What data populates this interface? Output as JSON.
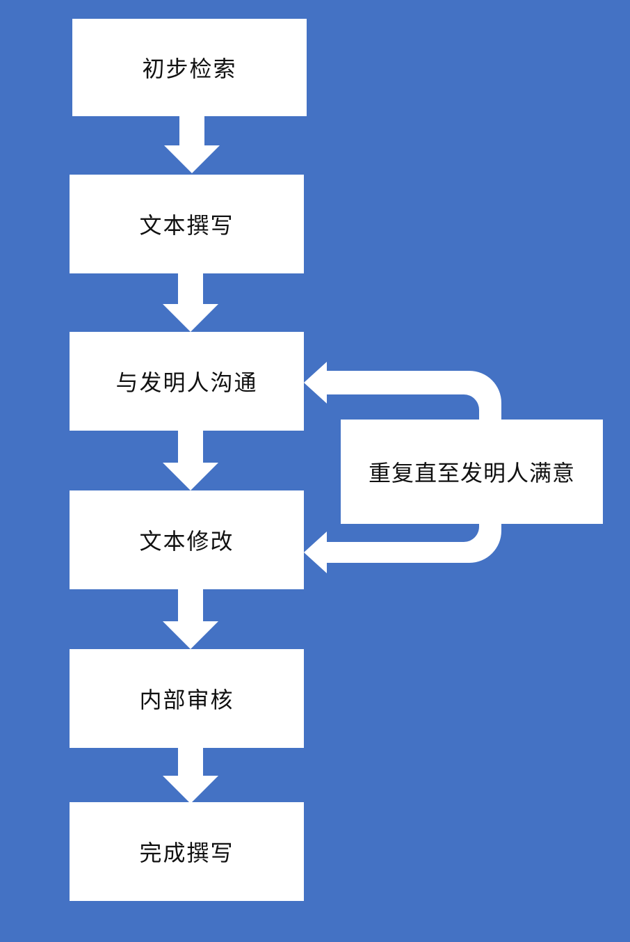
{
  "flowchart": {
    "steps": [
      {
        "label": "初步检索"
      },
      {
        "label": "文本撰写"
      },
      {
        "label": "与发明人沟通"
      },
      {
        "label": "文本修改"
      },
      {
        "label": "内部审核"
      },
      {
        "label": "完成撰写"
      }
    ],
    "loop": {
      "label": "重复直至发明人满意"
    }
  },
  "colors": {
    "background": "#4472C4",
    "box": "#FFFFFF",
    "text": "#111111"
  }
}
